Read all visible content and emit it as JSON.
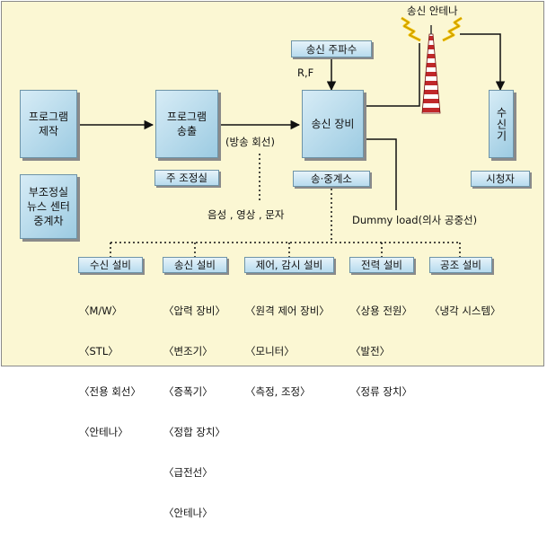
{
  "boxes": {
    "program_production": "프로그램\n제작",
    "program_playout": "프로그램\n송출",
    "transmitter": "송신 장비",
    "sub_master": "부조정실\n뉴스 센터\n중계차",
    "receiver": "수신기"
  },
  "labels": {
    "tx_frequency": "송신 주파수",
    "master_control": "주 조정실",
    "relay_station": "송·중계소",
    "viewer": "시청자"
  },
  "texts": {
    "antenna": "송신 안테나",
    "rf": "R,F",
    "broadcast_line": "(방송 회선)",
    "signals": "음성 , 영상 , 문자",
    "dummy_load": "Dummy load(의사 공중선)"
  },
  "facilities": [
    {
      "label": "수신 설비",
      "items": [
        "〈M/W〉",
        "〈STL〉",
        "〈전용 회선〉",
        "〈안테나〉"
      ]
    },
    {
      "label": "송신 설비",
      "items": [
        "〈압력 장비〉",
        "〈변조기〉",
        "〈증폭기〉",
        "〈정합 장치〉",
        "〈급전선〉",
        "〈안테나〉"
      ]
    },
    {
      "label": "제어, 감시 설비",
      "items": [
        "〈원격 제어 장비〉",
        "〈모니터〉",
        "〈측정, 조정〉"
      ]
    },
    {
      "label": "전력 설비",
      "items": [
        "〈상용 전원〉",
        "〈발전〉",
        "〈정류 장치〉"
      ]
    },
    {
      "label": "공조 설비",
      "items": [
        "〈냉각 시스템〉"
      ]
    }
  ],
  "colors": {
    "background": "#fbf7d3",
    "box_fill": "#9ccbe2",
    "tower_red": "#c0282a",
    "spark_yellow": "#f2c200"
  }
}
